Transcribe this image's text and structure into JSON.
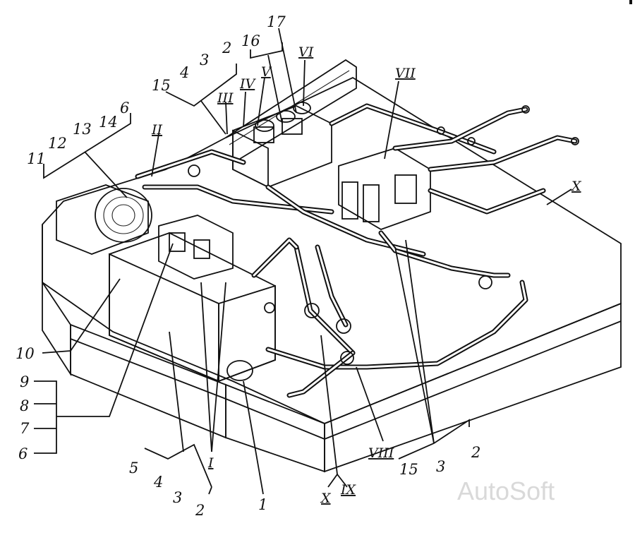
{
  "labels": {
    "l11": "11",
    "l12": "12",
    "l13": "13",
    "l14": "14",
    "l6_top": "6",
    "l15_top": "15",
    "l4_top": "4",
    "l3_top": "3",
    "l2_top": "2",
    "l16": "16",
    "l17": "17",
    "r_VI": "VI",
    "r_III": "III",
    "r_IV": "IV",
    "r_V": "V",
    "r_II": "II",
    "r_VII": "VII",
    "r_X_right": "X",
    "l10": "10",
    "l9": "9",
    "l8": "8",
    "l7": "7",
    "l6_left": "6",
    "l5": "5",
    "l4_bottom": "4",
    "l3_bottom": "3",
    "l2_bottom": "2",
    "r_I": "I",
    "l1": "1",
    "r_X_bottom": "X",
    "r_IX": "IX",
    "r_VIII": "VIII",
    "l15_bottom": "15",
    "l3_right": "3",
    "l2_right": "2"
  },
  "watermark": "AutoSoft"
}
